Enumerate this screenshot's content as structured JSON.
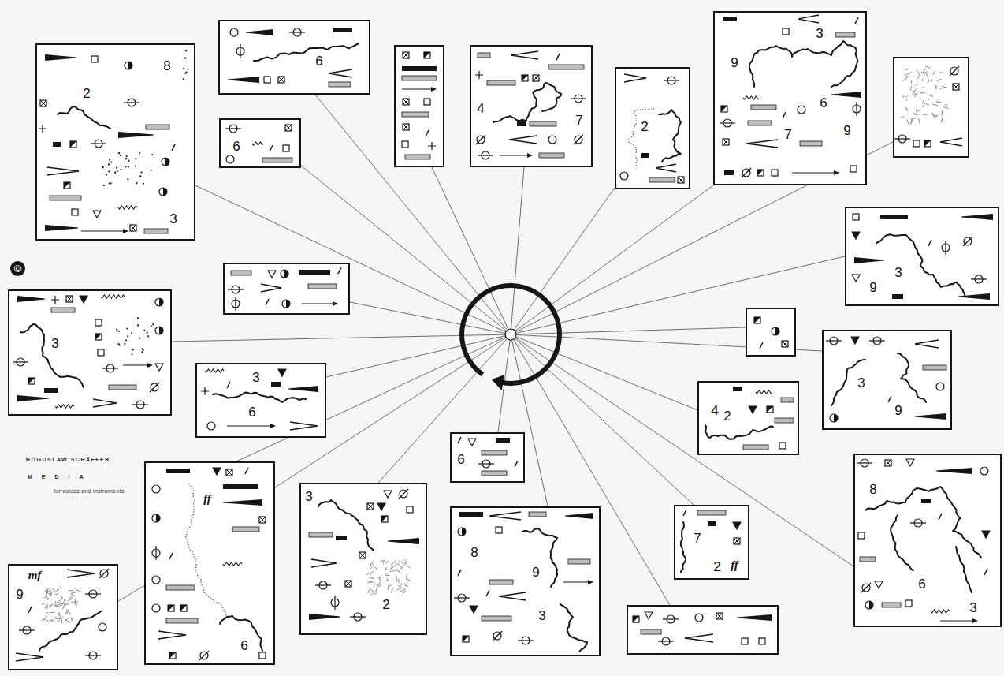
{
  "diagram": {
    "nodes": [
      {
        "text": [
          "8",
          "2",
          "3"
        ]
      },
      {
        "text": [
          "6"
        ]
      },
      {
        "text": [
          "6"
        ]
      },
      {
        "text": [
          "4",
          "7"
        ]
      },
      {
        "text": [
          "2"
        ]
      },
      {
        "text": [
          "3",
          "9",
          "6",
          "7",
          "9"
        ]
      },
      {
        "text": [
          "3",
          "9"
        ]
      },
      {
        "text": [
          "3"
        ]
      },
      {
        "text": [
          "3",
          "6"
        ]
      },
      {
        "text": [
          "4",
          "2"
        ]
      },
      {
        "text": [
          "3",
          "9"
        ]
      },
      {
        "text": [
          "6"
        ]
      },
      {
        "text": [
          "ff",
          "6"
        ]
      },
      {
        "text": [
          "mf",
          "9"
        ]
      },
      {
        "text": [
          "3",
          "2"
        ]
      },
      {
        "text": [
          "8",
          "9",
          "3"
        ]
      },
      {
        "text": [
          "7",
          "2",
          "ff"
        ]
      },
      {
        "text": [
          "8",
          "6",
          "3"
        ]
      }
    ],
    "edges": [
      {
        "from": 13,
        "to": 12,
        "arrow": "none"
      }
    ],
    "labels": [
      "©",
      "BOGUSLAW SCHÄFFER",
      "MEDIA",
      "for voices and instruments"
    ]
  }
}
